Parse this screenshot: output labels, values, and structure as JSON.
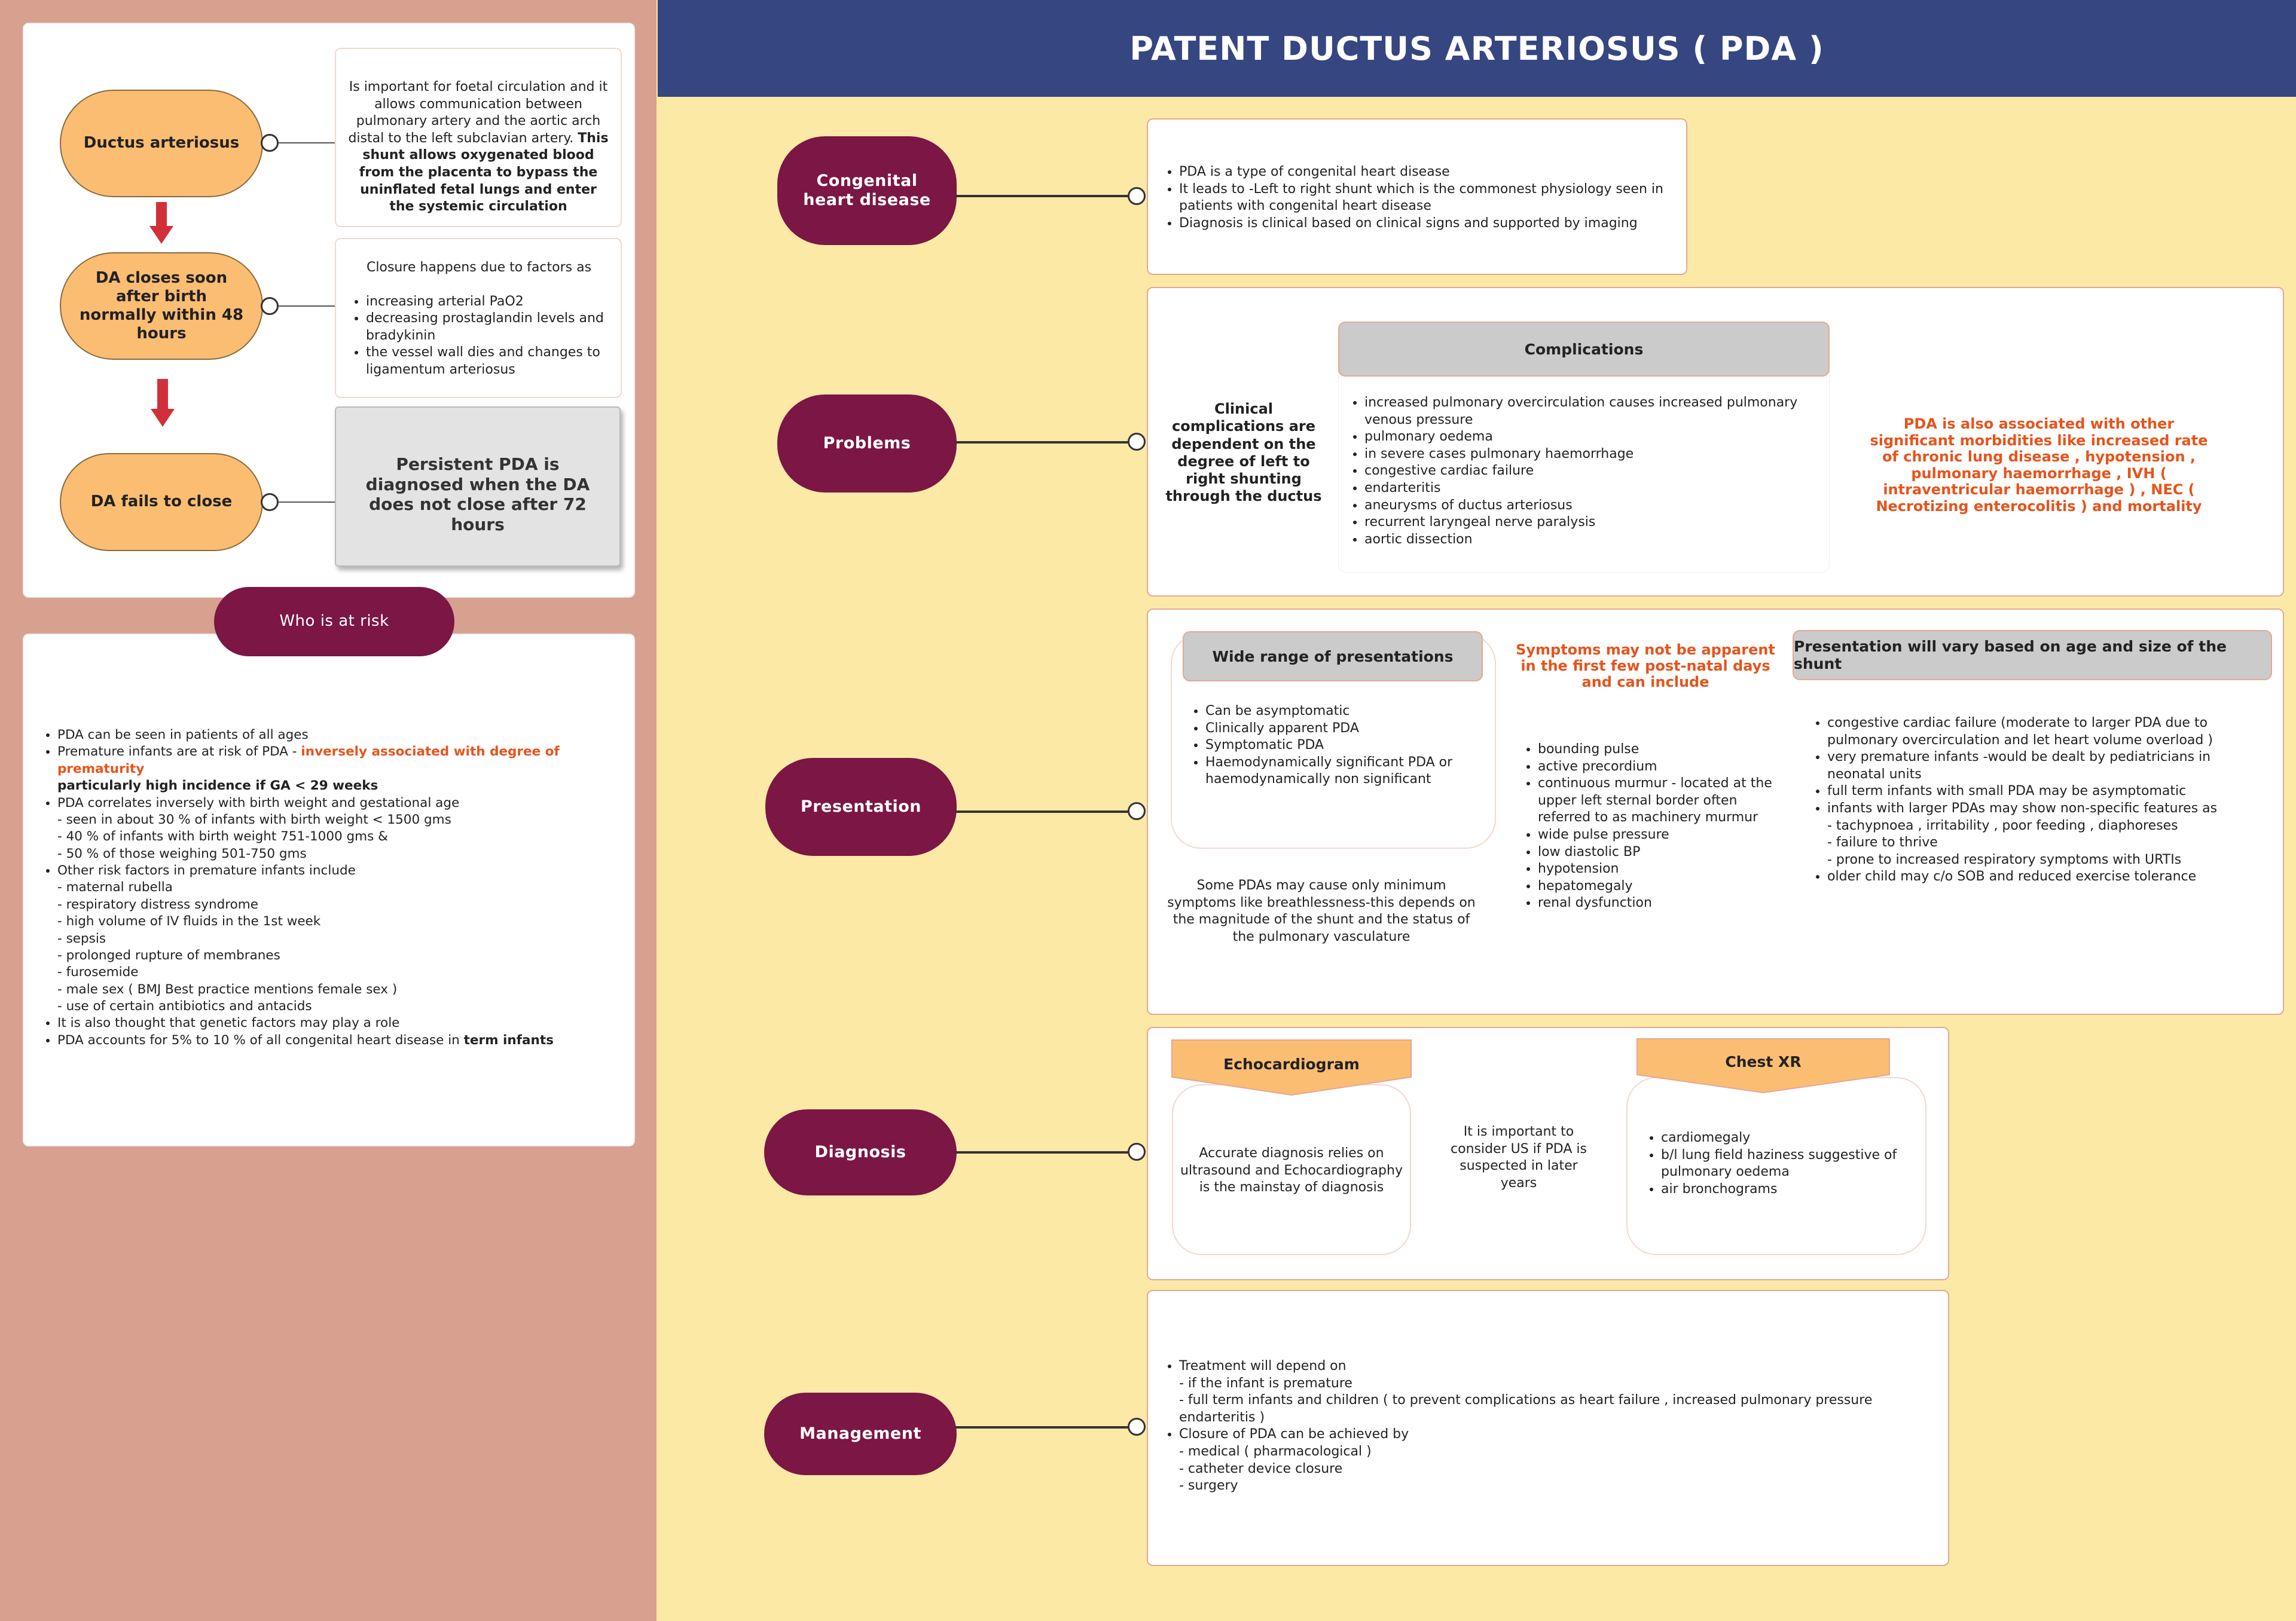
{
  "title": "PATENT DUCTUS ARTERIOSUS ( PDA )",
  "left": {
    "flow_nodes": [
      {
        "label": "Ductus arteriosus"
      },
      {
        "label": "DA closes soon after birth normally within 48 hours"
      },
      {
        "label": "DA fails to close"
      }
    ],
    "ductus_note_plain": "Is important for foetal circulation and it allows communication between pulmonary artery and the aortic arch distal to the left subclavian artery.",
    "ductus_note_bold": "This shunt allows oxygenated blood from the placenta to bypass the uninflated fetal lungs and enter the systemic circulation",
    "closure_intro": "Closure happens due to factors as",
    "closure_factors": [
      "increasing arterial PaO2",
      "decreasing prostaglandin levels and bradykinin",
      "the vessel wall dies and changes to ligamentum arteriosus"
    ],
    "persistent_note": "Persistent PDA is diagnosed when the DA does not close after 72 hours",
    "risk_header": "Who is at risk",
    "risk": {
      "l1": "PDA can be seen in patients of  all ages",
      "l2_plain": "Premature infants are at risk of PDA - ",
      "l2_orange": "inversely associated with degree of prematurity",
      "l2_bold": "particularly high incidence if GA < 29 weeks",
      "l3": "PDA correlates inversely with birth weight and gestational age",
      "l3_sub": [
        "- seen in about 30 % of infants with birth weight < 1500 gms",
        "- 40 % of infants with birth weight 751-1000 gms &",
        "- 50 % of those weighing 501-750 gms"
      ],
      "l4": "Other risk factors in premature infants include",
      "l4_sub": [
        "- maternal rubella",
        "-  respiratory distress syndrome",
        "- high volume of IV fluids in the 1st week",
        "- sepsis",
        "- prolonged rupture of membranes",
        "- furosemide",
        "- male sex ( BMJ Best practice mentions female sex )",
        "- use of certain antibiotics and antacids"
      ],
      "l5": "It is also thought that genetic factors may play a role",
      "l6_plain": "PDA accounts for 5% to 10 % of all congenital heart disease in ",
      "l6_bold": "term infants"
    }
  },
  "sections": {
    "chd": {
      "label": "Congenital heart disease",
      "items": [
        "PDA is a type of  congenital heart disease",
        "It leads to -Left to right shunt which is the commonest physiology seen in patients with congenital heart disease",
        "Diagnosis is clinical based on clinical signs and supported by imaging"
      ]
    },
    "problems": {
      "label": "Problems",
      "clinical_note": "Clinical complications are dependent on  the degree of left to right shunting through the ductus",
      "complications_title": "Complications",
      "complications": [
        "increased pulmonary overcirculation causes increased pulmonary venous pressure",
        "pulmonary oedema",
        "in severe cases pulmonary haemorrhage",
        "congestive cardiac failure",
        "endarteritis",
        "aneurysms  of ductus arteriosus",
        "recurrent laryngeal nerve paralysis",
        "aortic dissection"
      ],
      "morbidity_note": "PDA is also associated with other significant morbidities like increased rate of chronic lung disease , hypotension , pulmonary haemorrhage , IVH ( intraventricular haemorrhage ) , NEC ( Necrotizing enterocolitis ) and mortality"
    },
    "presentation": {
      "label": "Presentation",
      "wide_title": "Wide range of presentations",
      "wide_items": [
        "Can be asymptomatic",
        "Clinically apparent PDA",
        "Symptomatic PDA",
        "Haemodynamically significant PDA or haemodynamically non significant"
      ],
      "minimum_note": "Some PDAs may cause only minimum symptoms like breathlessness-this depends on the magnitude of the shunt and the status of the pulmonary vasculature",
      "symptoms_title": "Symptoms may not be apparent in the first  few post-natal days and can include",
      "symptoms": [
        "bounding pulse",
        "active precordium",
        "continuous murmur - located at the upper left sternal border often referred to as machinery murmur",
        "wide pulse pressure",
        "low diastolic BP",
        "hypotension",
        "hepatomegaly",
        "renal dysfunction"
      ],
      "vary_title": "Presentation will vary based on age and size of the shunt",
      "vary_items": [
        "congestive cardiac failure (moderate to larger PDA due to pulmonary overcirculation and let heart volume overload )",
        "very premature infants -would be dealt by pediatricians in neonatal units",
        "full term infants with small PDA may be asymptomatic",
        "infants with larger PDAs may show non-specific features as"
      ],
      "vary_sub": [
        "- tachypnoea , irritability , poor feeding , diaphoreses",
        "- failure to thrive",
        "- prone to increased respiratory symptoms with URTIs"
      ],
      "vary_last": "older child may c/o SOB and reduced exercise tolerance"
    },
    "diagnosis": {
      "label": "Diagnosis",
      "echo_title": "Echocardiogram",
      "echo_text": "Accurate diagnosis relies on ultrasound and Echocardiography is the mainstay of diagnosis",
      "us_note": "It is important to consider US if PDA is suspected in later years",
      "cxr_title": "Chest XR",
      "cxr_items": [
        "cardiomegaly",
        "b/l lung field haziness suggestive of pulmonary oedema",
        "air bronchograms"
      ]
    },
    "management": {
      "label": "Management",
      "l1": "Treatment will depend on",
      "l1_sub": [
        "- if the infant is premature",
        "- full term infants and children ( to prevent complications as heart failure , increased pulmonary pressure endarteritis )"
      ],
      "l2": "Closure of PDA can be achieved by",
      "l2_sub": [
        "- medical ( pharmacological )",
        "- catheter device closure",
        "- surgery"
      ]
    }
  },
  "colors": {
    "header": "#354681",
    "maroon": "#7b1645",
    "orange_fill": "#fbbd72",
    "left_bg": "#d8a08e",
    "main_bg": "#fde9a6",
    "accent_text": "#e6541c",
    "arrow": "#d1303a"
  }
}
